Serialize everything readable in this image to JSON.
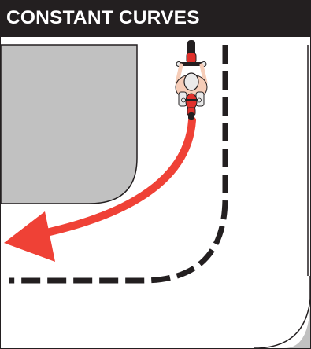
{
  "title": "CONSTANT CURVES",
  "colors": {
    "header_bg": "#231f20",
    "header_text": "#ffffff",
    "grass": "#c1c1c1",
    "road": "#ffffff",
    "outline": "#231f20",
    "arrow": "#ef4136",
    "rider_jacket": "#eaeaea",
    "rider_skin": "#f6cdb8",
    "bike_red": "#e0302b"
  },
  "scene": {
    "road_marking": "dashed-centerline",
    "path_arrow": "curved-arrow-left",
    "vehicle": "motorcycle-icon"
  }
}
